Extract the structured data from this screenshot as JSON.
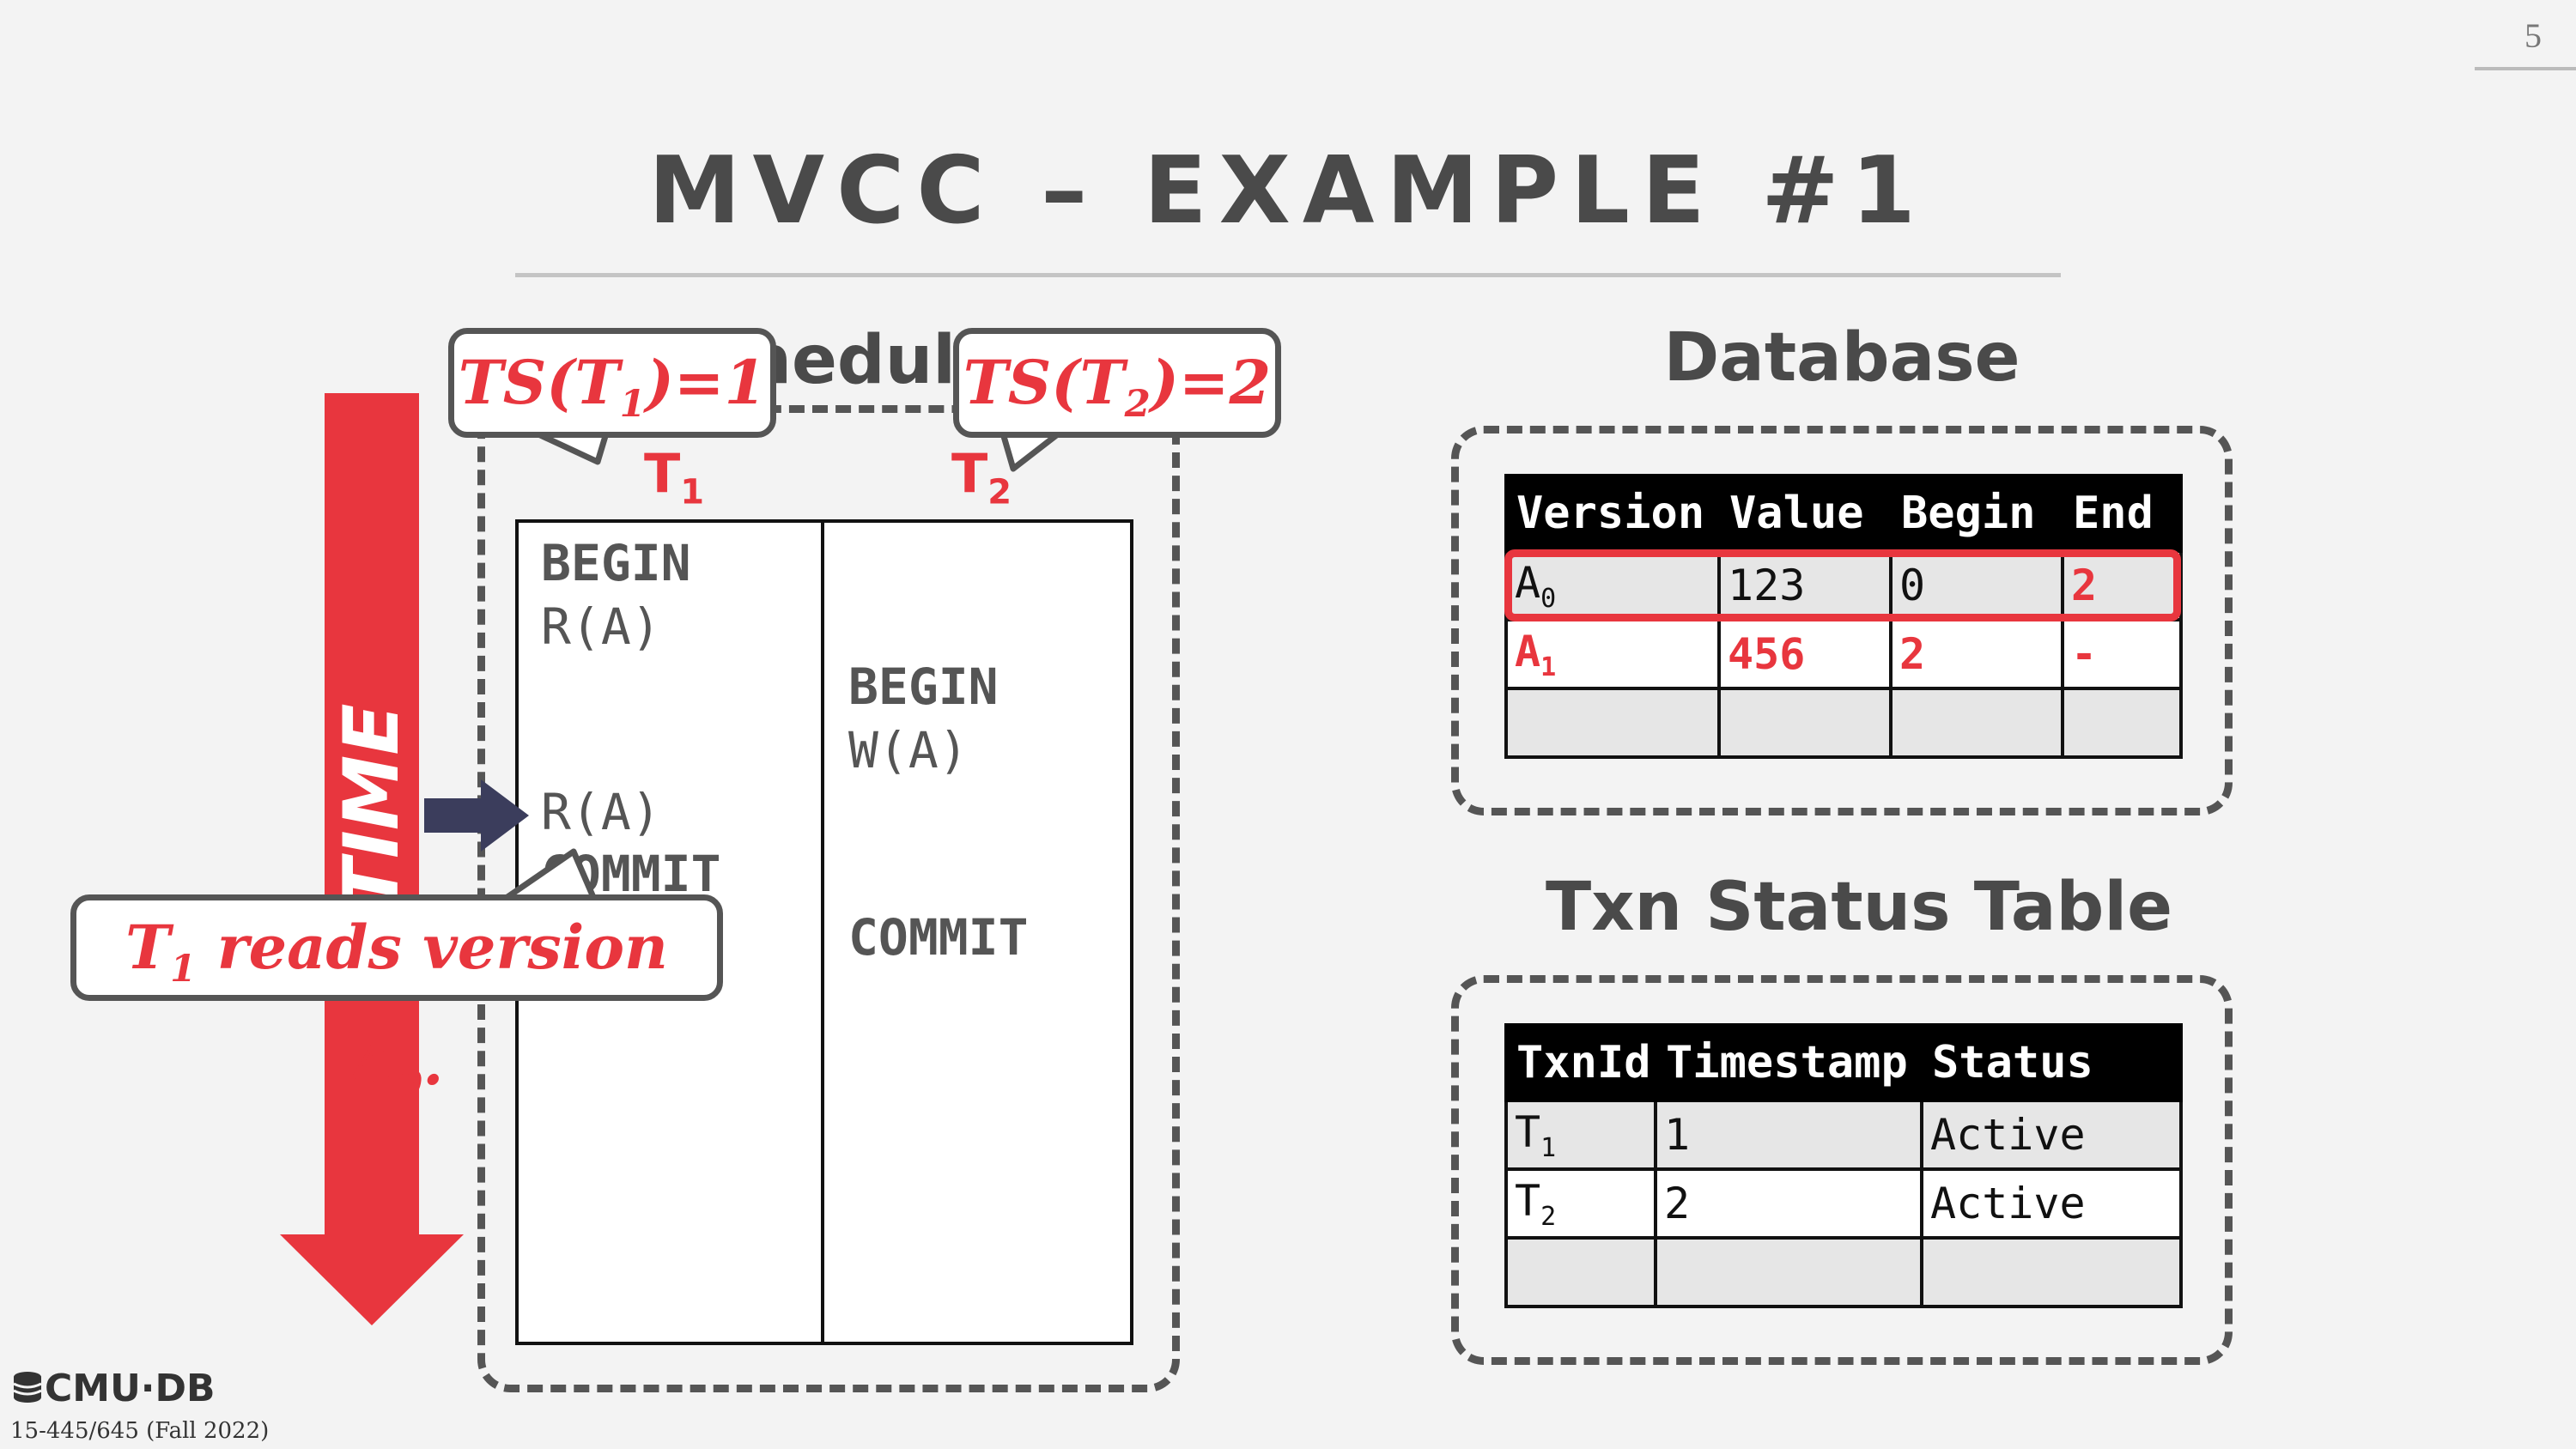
{
  "slide": {
    "number": "5",
    "title": "MVCC – EXAMPLE #1"
  },
  "timeline": {
    "label": "TIME",
    "color": "#e8363e"
  },
  "schedule": {
    "title": "Schedule",
    "columns": [
      {
        "name": "T",
        "sub": "1"
      },
      {
        "name": "T",
        "sub": "2"
      }
    ],
    "t1_ops": [
      "BEGIN",
      "R(A)",
      "R(A)",
      "COMMIT"
    ],
    "t2_ops": [
      "BEGIN",
      "W(A)",
      "COMMIT"
    ]
  },
  "callouts": {
    "ts_t1": {
      "pre": "TS(T",
      "sub": "1",
      "post": ")=1"
    },
    "ts_t2": {
      "pre": "TS(T",
      "sub": "2",
      "post": ")=2"
    },
    "read_note": {
      "pre": "T",
      "sub": "1",
      "mid": " reads version A",
      "sub2": "0",
      "post": "."
    }
  },
  "database": {
    "title": "Database",
    "headers": [
      "Version",
      "Value",
      "Begin",
      "End"
    ],
    "rows": [
      {
        "version": "A",
        "version_sub": "0",
        "value": "123",
        "begin": "0",
        "end": "2"
      },
      {
        "version": "A",
        "version_sub": "1",
        "value": "456",
        "begin": "2",
        "end": "-"
      },
      {
        "version": "",
        "version_sub": "",
        "value": "",
        "begin": "",
        "end": ""
      }
    ]
  },
  "txn_status": {
    "title": "Txn Status Table",
    "headers": [
      "TxnId",
      "Timestamp",
      "Status"
    ],
    "rows": [
      {
        "txn": "T",
        "txn_sub": "1",
        "timestamp": "1",
        "status": "Active"
      },
      {
        "txn": "T",
        "txn_sub": "2",
        "timestamp": "2",
        "status": "Active"
      },
      {
        "txn": "",
        "txn_sub": "",
        "timestamp": "",
        "status": ""
      }
    ]
  },
  "footer": {
    "logo": "CMU·DB",
    "course": "15-445/645 (Fall 2022)"
  },
  "colors": {
    "accent": "#e8363e",
    "text": "#4a4a4a",
    "pointer": "#3b3d5c"
  }
}
